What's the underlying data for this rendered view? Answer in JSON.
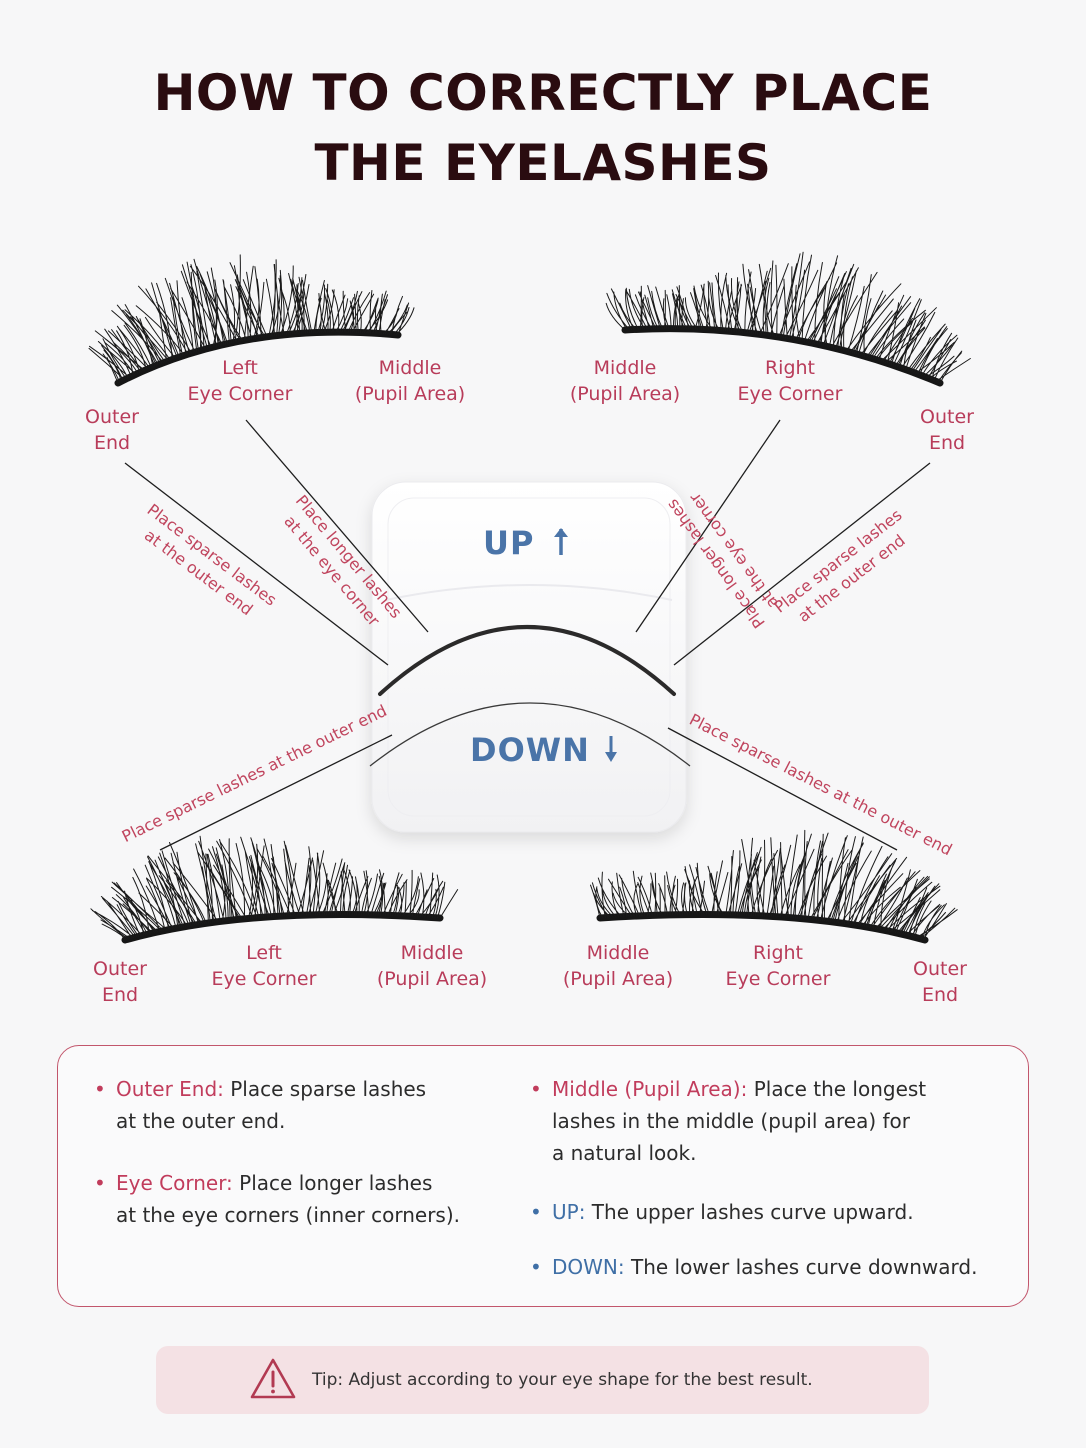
{
  "title": {
    "line1": "HOW TO CORRECTLY PLACE",
    "line2": "THE EYELASHES"
  },
  "labels": {
    "outer_end": {
      "line1": "Outer",
      "line2": "End"
    },
    "left_eye_corner": {
      "line1": "Left",
      "line2": "Eye Corner"
    },
    "right_eye_corner": {
      "line1": "Right",
      "line2": "Eye Corner"
    },
    "middle": {
      "line1": "Middle",
      "line2": "(Pupil Area)"
    }
  },
  "annotations": {
    "sparse_line1": "Place sparse lashes",
    "sparse_line2": "at the outer end",
    "longer_line1": "Place longer lashes",
    "longer_line2": "at the eye corner",
    "sparse_full": "Place sparse lashes at the outer end"
  },
  "directions": {
    "up": "UP",
    "down": "DOWN"
  },
  "legend": {
    "outer_end": {
      "term": "Outer End:",
      "text1": "Place sparse lashes",
      "text2": "at the outer end."
    },
    "eye_corner": {
      "term": "Eye Corner:",
      "text1": "Place longer lashes",
      "text2": "at the eye corners (inner corners)."
    },
    "middle": {
      "term": "Middle (Pupil Area):",
      "text1": "Place the longest",
      "text2": "lashes in the middle (pupil area) for",
      "text3": "a natural look."
    },
    "up": {
      "term": "UP:",
      "text": "The upper lashes curve upward."
    },
    "down": {
      "term": "DOWN:",
      "text": "The lower lashes curve downward."
    },
    "bullet": "•"
  },
  "tip": {
    "text": "Tip: Adjust according to your eye shape for the best result."
  },
  "colors": {
    "title": "#2a0c10",
    "accent": "#c13c5c",
    "blue": "#3f6fa6",
    "tip_bg": "#f4e1e4"
  },
  "icons": {
    "up_arrow": "arrow-up-icon",
    "down_arrow": "arrow-down-icon",
    "tip": "warning-icon"
  }
}
